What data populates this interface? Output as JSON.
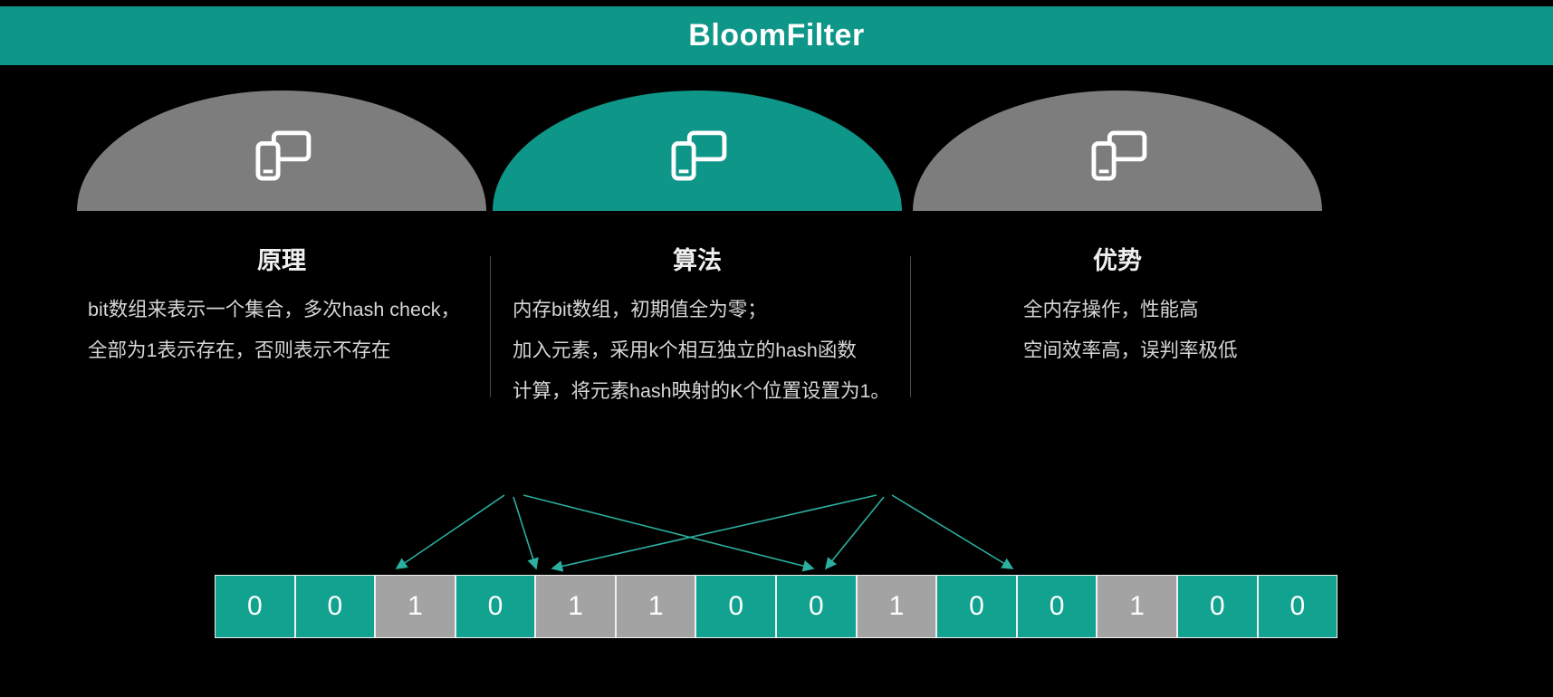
{
  "header": {
    "title": "BloomFilter"
  },
  "colors": {
    "teal": "#0E9688",
    "arrow": "#2BAF9F",
    "dome_gray": "#7D7D7D",
    "cell_gray": "#A3A3A3",
    "cell_teal": "#12A290",
    "heading": "#EFEFEF",
    "text": "#D6D6D6",
    "background": "#000000"
  },
  "columns": [
    {
      "heading": "原理",
      "lines": [
        "bit数组来表示一个集合，多次hash check，",
        "全部为1表示存在，否则表示不存在"
      ]
    },
    {
      "heading": "算法",
      "lines": [
        "内存bit数组，初期值全为零；",
        "加入元素，采用k个相互独立的hash函数",
        "计算，将元素hash映射的K个位置设置为1。"
      ]
    },
    {
      "heading": "优势",
      "lines": [
        "全内存操作，性能高",
        "空间效率高，误判率极低"
      ]
    }
  ],
  "bit_array": {
    "cells": [
      "0",
      "0",
      "1",
      "0",
      "1",
      "1",
      "0",
      "0",
      "1",
      "0",
      "0",
      "1",
      "0",
      "0"
    ]
  },
  "icons": {
    "devices": "devices-icon"
  }
}
